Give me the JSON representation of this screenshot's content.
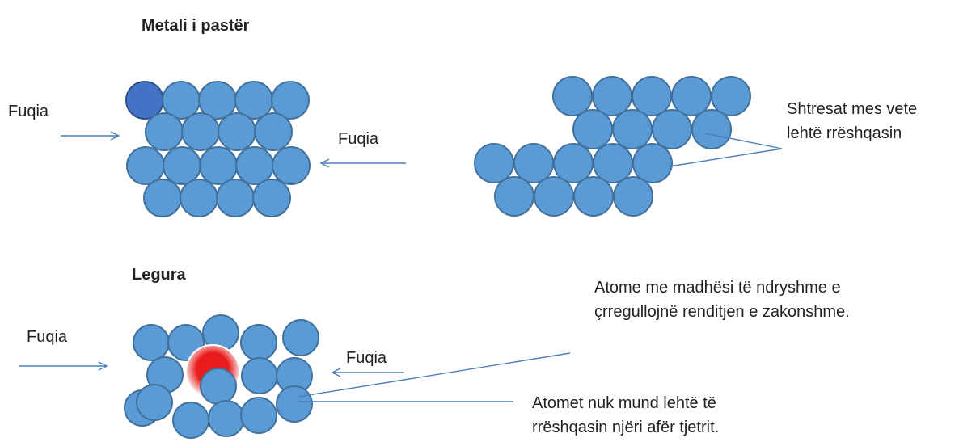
{
  "pure_metal": {
    "title": "Metali i pastër",
    "force_left": "Fuqia",
    "force_right": "Fuqia",
    "slip_note": [
      "Shtresat mes vete",
      "lehtë rrëshqasin"
    ]
  },
  "alloy": {
    "title": "Legura",
    "force_left": "Fuqia",
    "force_right": "Fuqia",
    "size_note": [
      "Atome me madhësi të ndryshme e",
      "çrregullojnë renditjen e zakonshme."
    ],
    "no_slip_note": [
      "Atomet nuk mund lehtë të",
      "rrëshqasin njëri afër tjetrit."
    ]
  },
  "colors": {
    "atom_fill": "#5b9bd5",
    "atom_stroke": "#41719c",
    "highlight_atom": "#4472c4",
    "foreign_atom": "#e81c1c",
    "arrow": "#4a7ebb"
  }
}
